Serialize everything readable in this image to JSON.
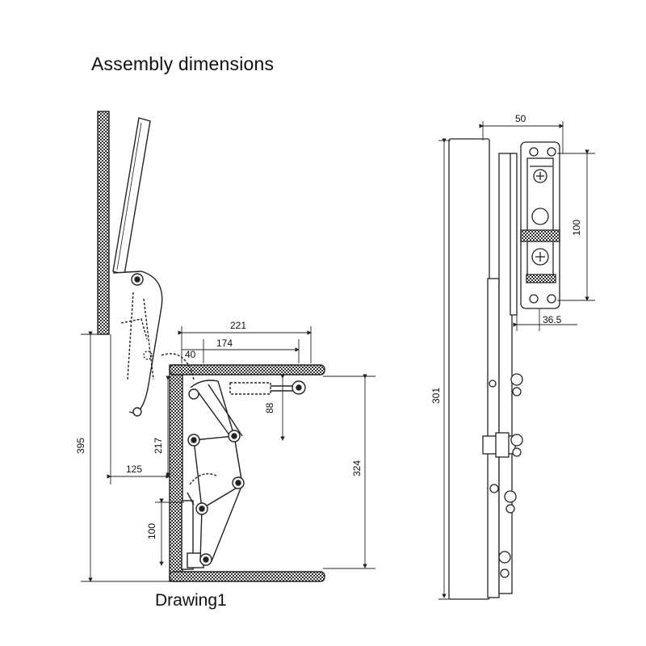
{
  "title": "Assembly dimensions",
  "caption": "Drawing1",
  "dimensions": {
    "d221": "221",
    "d40": "40",
    "d174": "174",
    "d88": "88",
    "d217": "217",
    "d125": "125",
    "d395": "395",
    "d324": "324",
    "d100_left": "100",
    "d50": "50",
    "d100_right": "100",
    "d36_5": "36.5",
    "d301": "301"
  },
  "colors": {
    "line": "#222222",
    "panel_fill": "#555555",
    "background": "#ffffff"
  }
}
